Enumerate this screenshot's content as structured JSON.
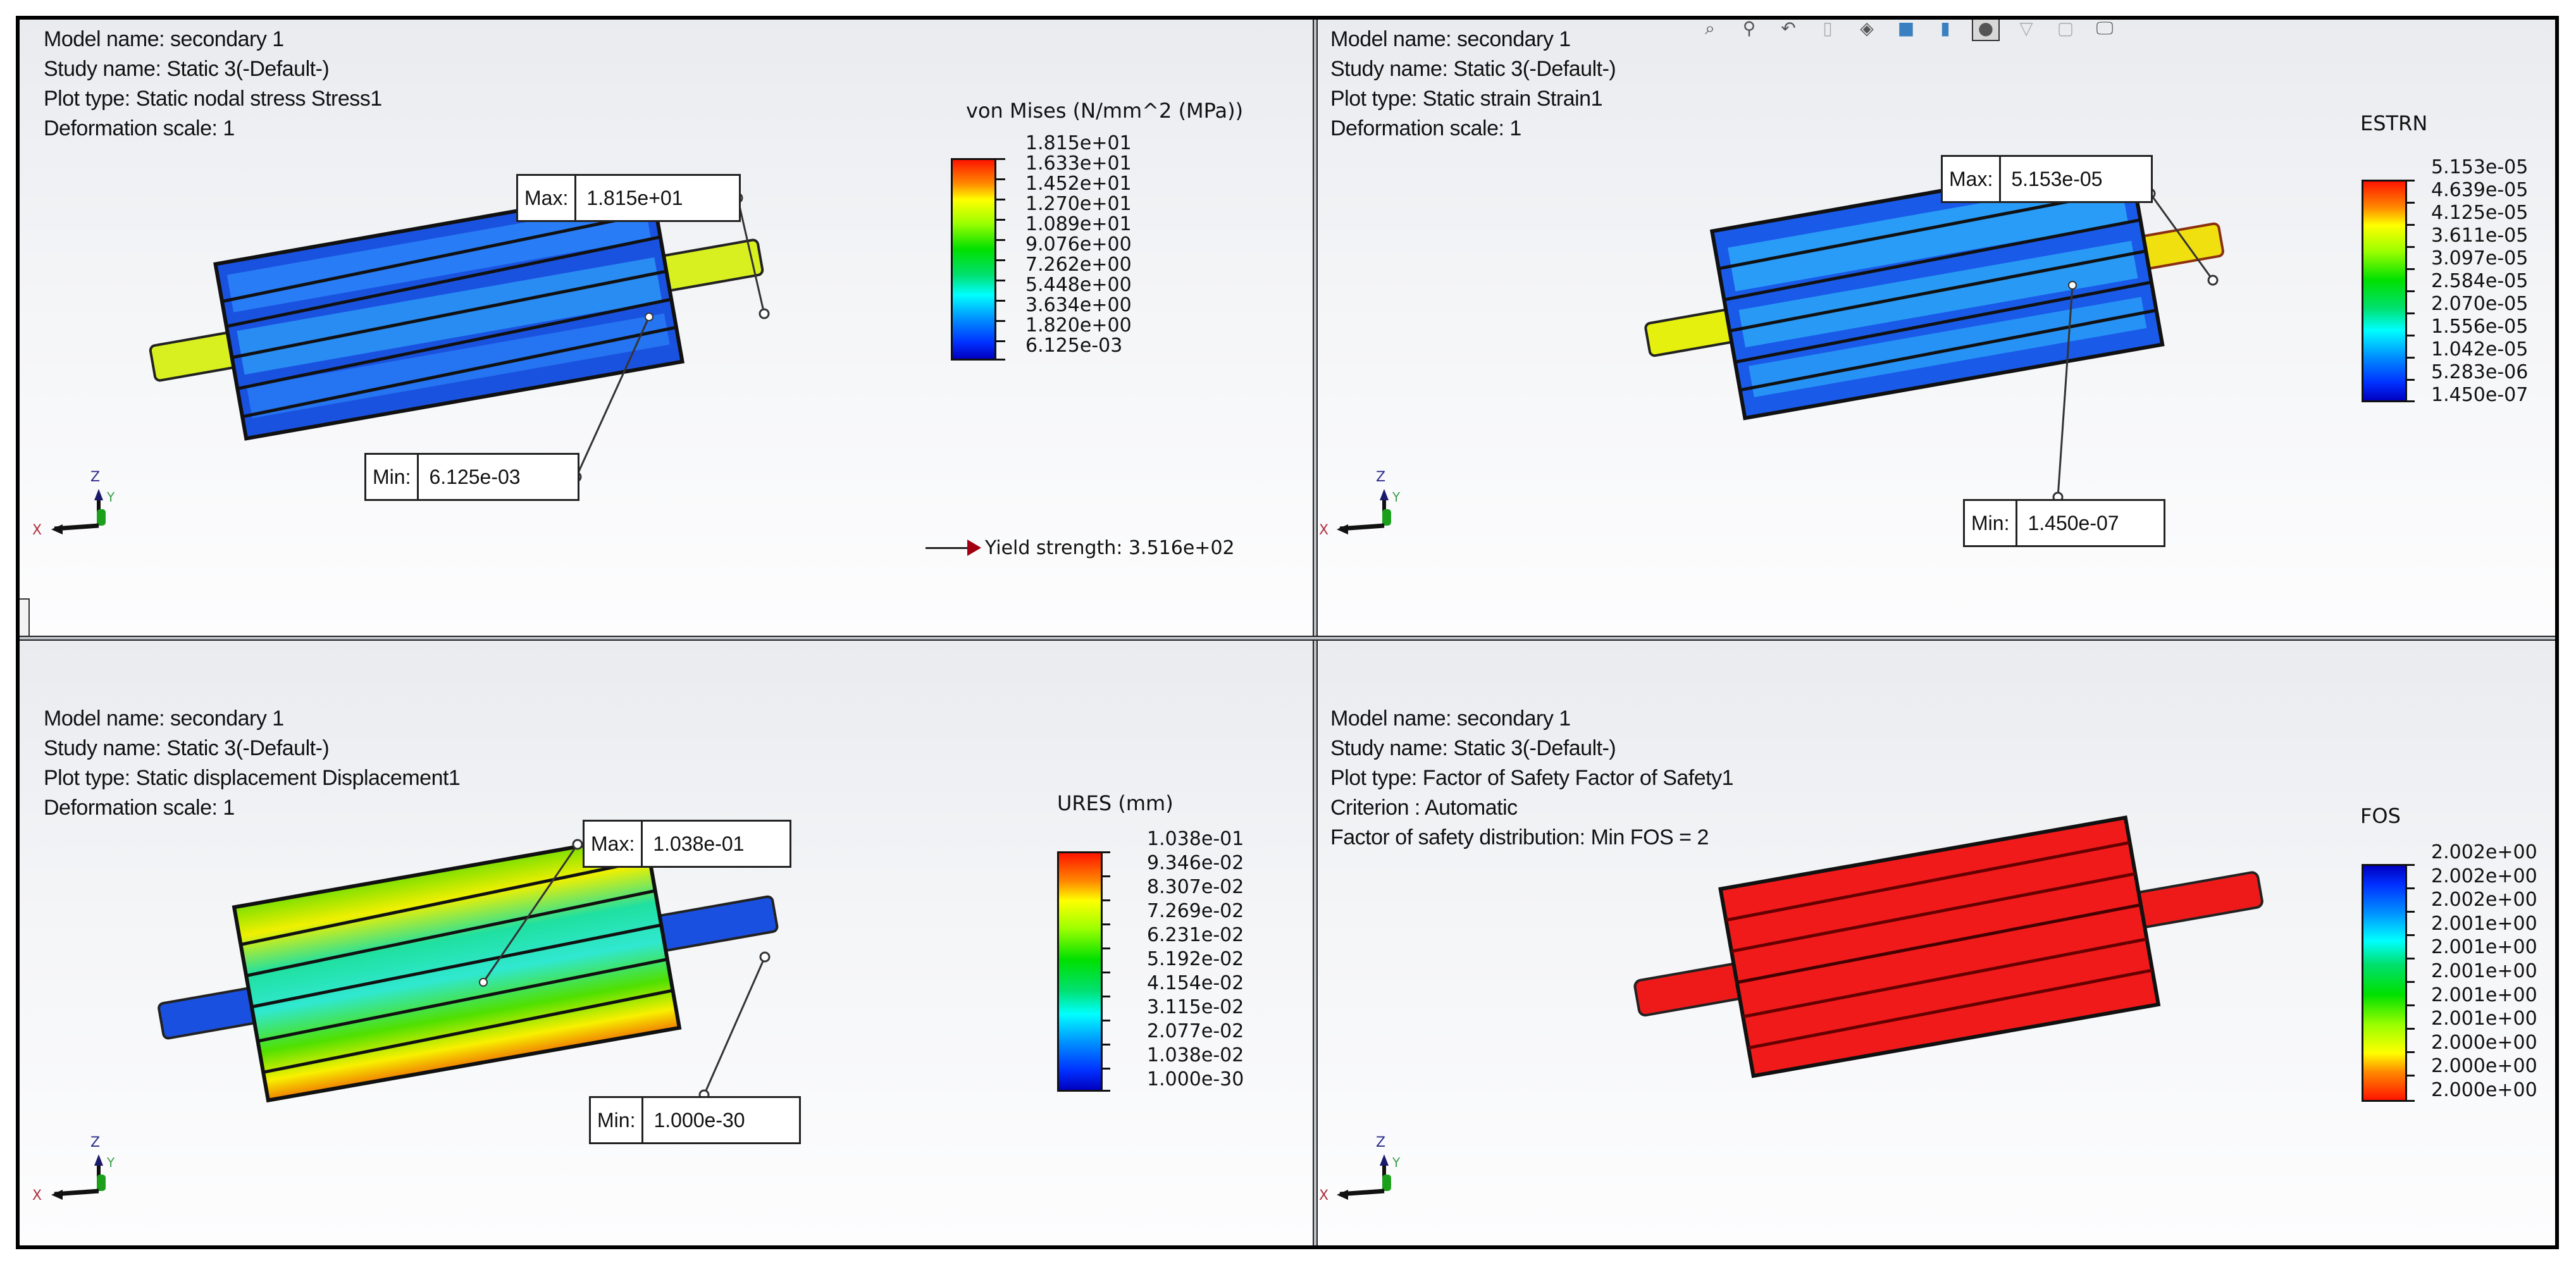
{
  "panels": {
    "stress": {
      "info": [
        "Model name: secondary 1",
        "Study name: Static 3(-Default-)",
        "Plot type: Static nodal stress Stress1",
        "Deformation scale: 1"
      ],
      "legend_title": "von Mises (N/mm^2 (MPa))",
      "legend_labels": [
        "1.815e+01",
        "1.633e+01",
        "1.452e+01",
        "1.270e+01",
        "1.089e+01",
        "9.076e+00",
        "7.262e+00",
        "5.448e+00",
        "3.634e+00",
        "1.820e+00",
        "6.125e-03"
      ],
      "max_label": "Max:",
      "max_value": "1.815e+01",
      "min_label": "Min:",
      "min_value": "6.125e-03",
      "yield_text": "Yield strength: 3.516e+02"
    },
    "strain": {
      "info": [
        "Model name: secondary 1",
        "Study name: Static 3(-Default-)",
        "Plot type: Static strain Strain1",
        "Deformation scale: 1"
      ],
      "legend_title": "ESTRN",
      "legend_labels": [
        "5.153e-05",
        "4.639e-05",
        "4.125e-05",
        "3.611e-05",
        "3.097e-05",
        "2.584e-05",
        "2.070e-05",
        "1.556e-05",
        "1.042e-05",
        "5.283e-06",
        "1.450e-07"
      ],
      "max_label": "Max:",
      "max_value": "5.153e-05",
      "min_label": "Min:",
      "min_value": "1.450e-07"
    },
    "displacement": {
      "info": [
        "Model name: secondary 1",
        "Study name: Static 3(-Default-)",
        "Plot type: Static displacement Displacement1",
        "Deformation scale: 1"
      ],
      "legend_title": "URES (mm)",
      "legend_labels": [
        "1.038e-01",
        "9.346e-02",
        "8.307e-02",
        "7.269e-02",
        "6.231e-02",
        "5.192e-02",
        "4.154e-02",
        "3.115e-02",
        "2.077e-02",
        "1.038e-02",
        "1.000e-30"
      ],
      "max_label": "Max:",
      "max_value": "1.038e-01",
      "min_label": "Min:",
      "min_value": "1.000e-30"
    },
    "fos": {
      "info": [
        "Model name: secondary 1",
        "Study name: Static 3(-Default-)",
        "Plot type: Factor of Safety Factor of Safety1",
        "Criterion : Automatic",
        "Factor of safety distribution: Min FOS = 2"
      ],
      "legend_title": "FOS",
      "legend_labels": [
        "2.002e+00",
        "2.002e+00",
        "2.002e+00",
        "2.001e+00",
        "2.001e+00",
        "2.001e+00",
        "2.001e+00",
        "2.001e+00",
        "2.000e+00",
        "2.000e+00",
        "2.000e+00"
      ]
    }
  },
  "triad": {
    "x": "X",
    "y": "Y",
    "z": "Z"
  },
  "toolbar_icons": [
    "zoom-to-fit-icon",
    "zoom-area-icon",
    "previous-view-icon",
    "section-view-icon",
    "view-orientation-icon",
    "display-style-icon",
    "hide-show-icon",
    "appearance-icon",
    "scene-icon",
    "view-settings-icon",
    "monitor-icon"
  ],
  "colors": {
    "red": "#ff1500",
    "yellow": "#ffff00",
    "green": "#00e000",
    "cyan": "#00ffff",
    "blue": "#0000c0",
    "yield_arrow": "#a00010"
  }
}
